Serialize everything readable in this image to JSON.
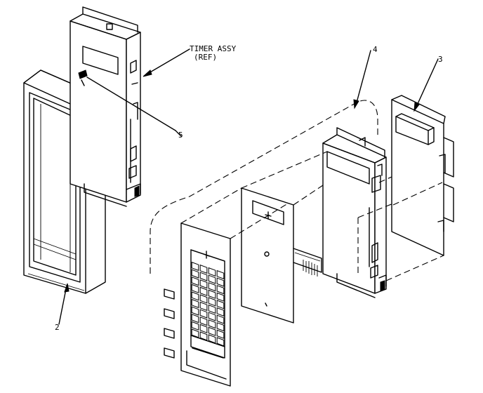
{
  "callouts": {
    "timer_assy": "TIMER ASSY",
    "ref": "(REF)",
    "item_2": "2",
    "item_3": "3",
    "item_4": "4",
    "item_5": "5"
  },
  "keypad": {
    "rows": 10,
    "cols": 4
  }
}
